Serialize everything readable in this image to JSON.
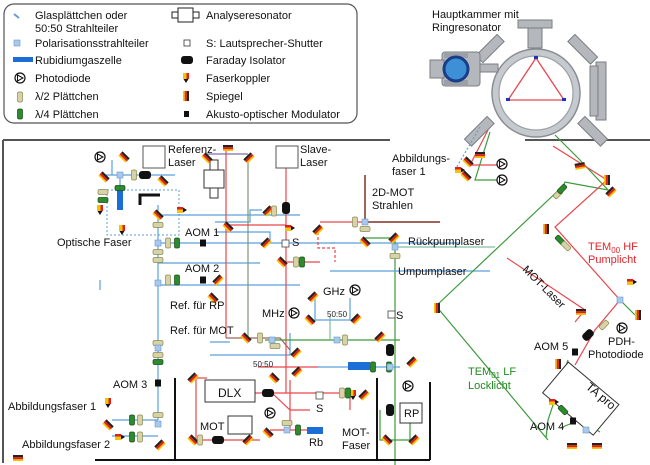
{
  "legend": {
    "items": [
      {
        "icon": "beam-splitter-icon",
        "label": "Glasplättchen oder",
        "label2": "50:50 Strahlteiler"
      },
      {
        "icon": "polarizing-beam-splitter-icon",
        "label": "Polarisationsstrahlteiler"
      },
      {
        "icon": "rubidium-cell-icon",
        "label": "Rubidiumgaszelle"
      },
      {
        "icon": "photodiode-icon",
        "label": "Photodiode"
      },
      {
        "icon": "half-wave-plate-icon",
        "label": "λ/2 Plättchen"
      },
      {
        "icon": "quarter-wave-plate-icon",
        "label": "λ/4 Plättchen"
      },
      {
        "icon": "analysis-resonator-icon",
        "label": "Analyseresonator"
      },
      {
        "icon": "shutter-icon",
        "label": "S: Lautsprecher-Shutter"
      },
      {
        "icon": "faraday-isolator-icon",
        "label": "Faraday Isolator"
      },
      {
        "icon": "fiber-coupler-icon",
        "label": "Faserkoppler"
      },
      {
        "icon": "mirror-icon",
        "label": "Spiegel"
      },
      {
        "icon": "aom-icon",
        "label": "Akusto-optischer Modulator"
      }
    ]
  },
  "chamber": {
    "title1": "Hauptkammer mit",
    "title2": "Ringresonator"
  },
  "labels": {
    "referenz1": "Referenz-",
    "referenz2": "Laser",
    "slave1": "Slave-",
    "slave2": "Laser",
    "abb1a": "Abbildungs-",
    "abb1b": "faser 1",
    "mot2d1": "2D-MOT",
    "mot2d2": "Strahlen",
    "optische_faser": "Optische Faser",
    "aom1": "AOM 1",
    "aom2": "AOM 2",
    "aom3": "AOM 3",
    "aom4": "AOM 4",
    "aom5": "AOM 5",
    "s": "S",
    "rueckpump": "Rückpumplaser",
    "umpump": "Umpumplaser",
    "ref_rp": "Ref. für RP",
    "ref_mot": "Ref. für MOT",
    "ghz": "GHz",
    "mhz": "MHz",
    "fifty": "50:50",
    "dlx": "DLX",
    "mot": "MOT",
    "rb": "Rb",
    "mot_faser1": "MOT-",
    "mot_faser2": "Faser",
    "rp": "RP",
    "abbfaser1": "Abbildungsfaser 1",
    "abbfaser2": "Abbildungsfaser 2",
    "tem00_main": "TEM",
    "tem00_sub": "00",
    "tem00_rest": " HF",
    "pumplicht": "Pumplicht",
    "tem01_main": "TEM",
    "tem01_sub": "01",
    "tem01_rest": " LF",
    "locklicht": "Locklicht",
    "mot_laser": "MOT-Laser",
    "pdh1": "PDH-",
    "pdh2": "Photodiode",
    "ta_pro": "TA pro"
  },
  "colors": {
    "red_beam": "#e8464c",
    "green_beam": "#3c9a3c",
    "blue_beam": "#5aa0dc",
    "brown_beam": "#a0645a",
    "purple_beam": "#7a6fb0",
    "red_label": "#e8232a",
    "green_label": "#1f8a1f"
  }
}
